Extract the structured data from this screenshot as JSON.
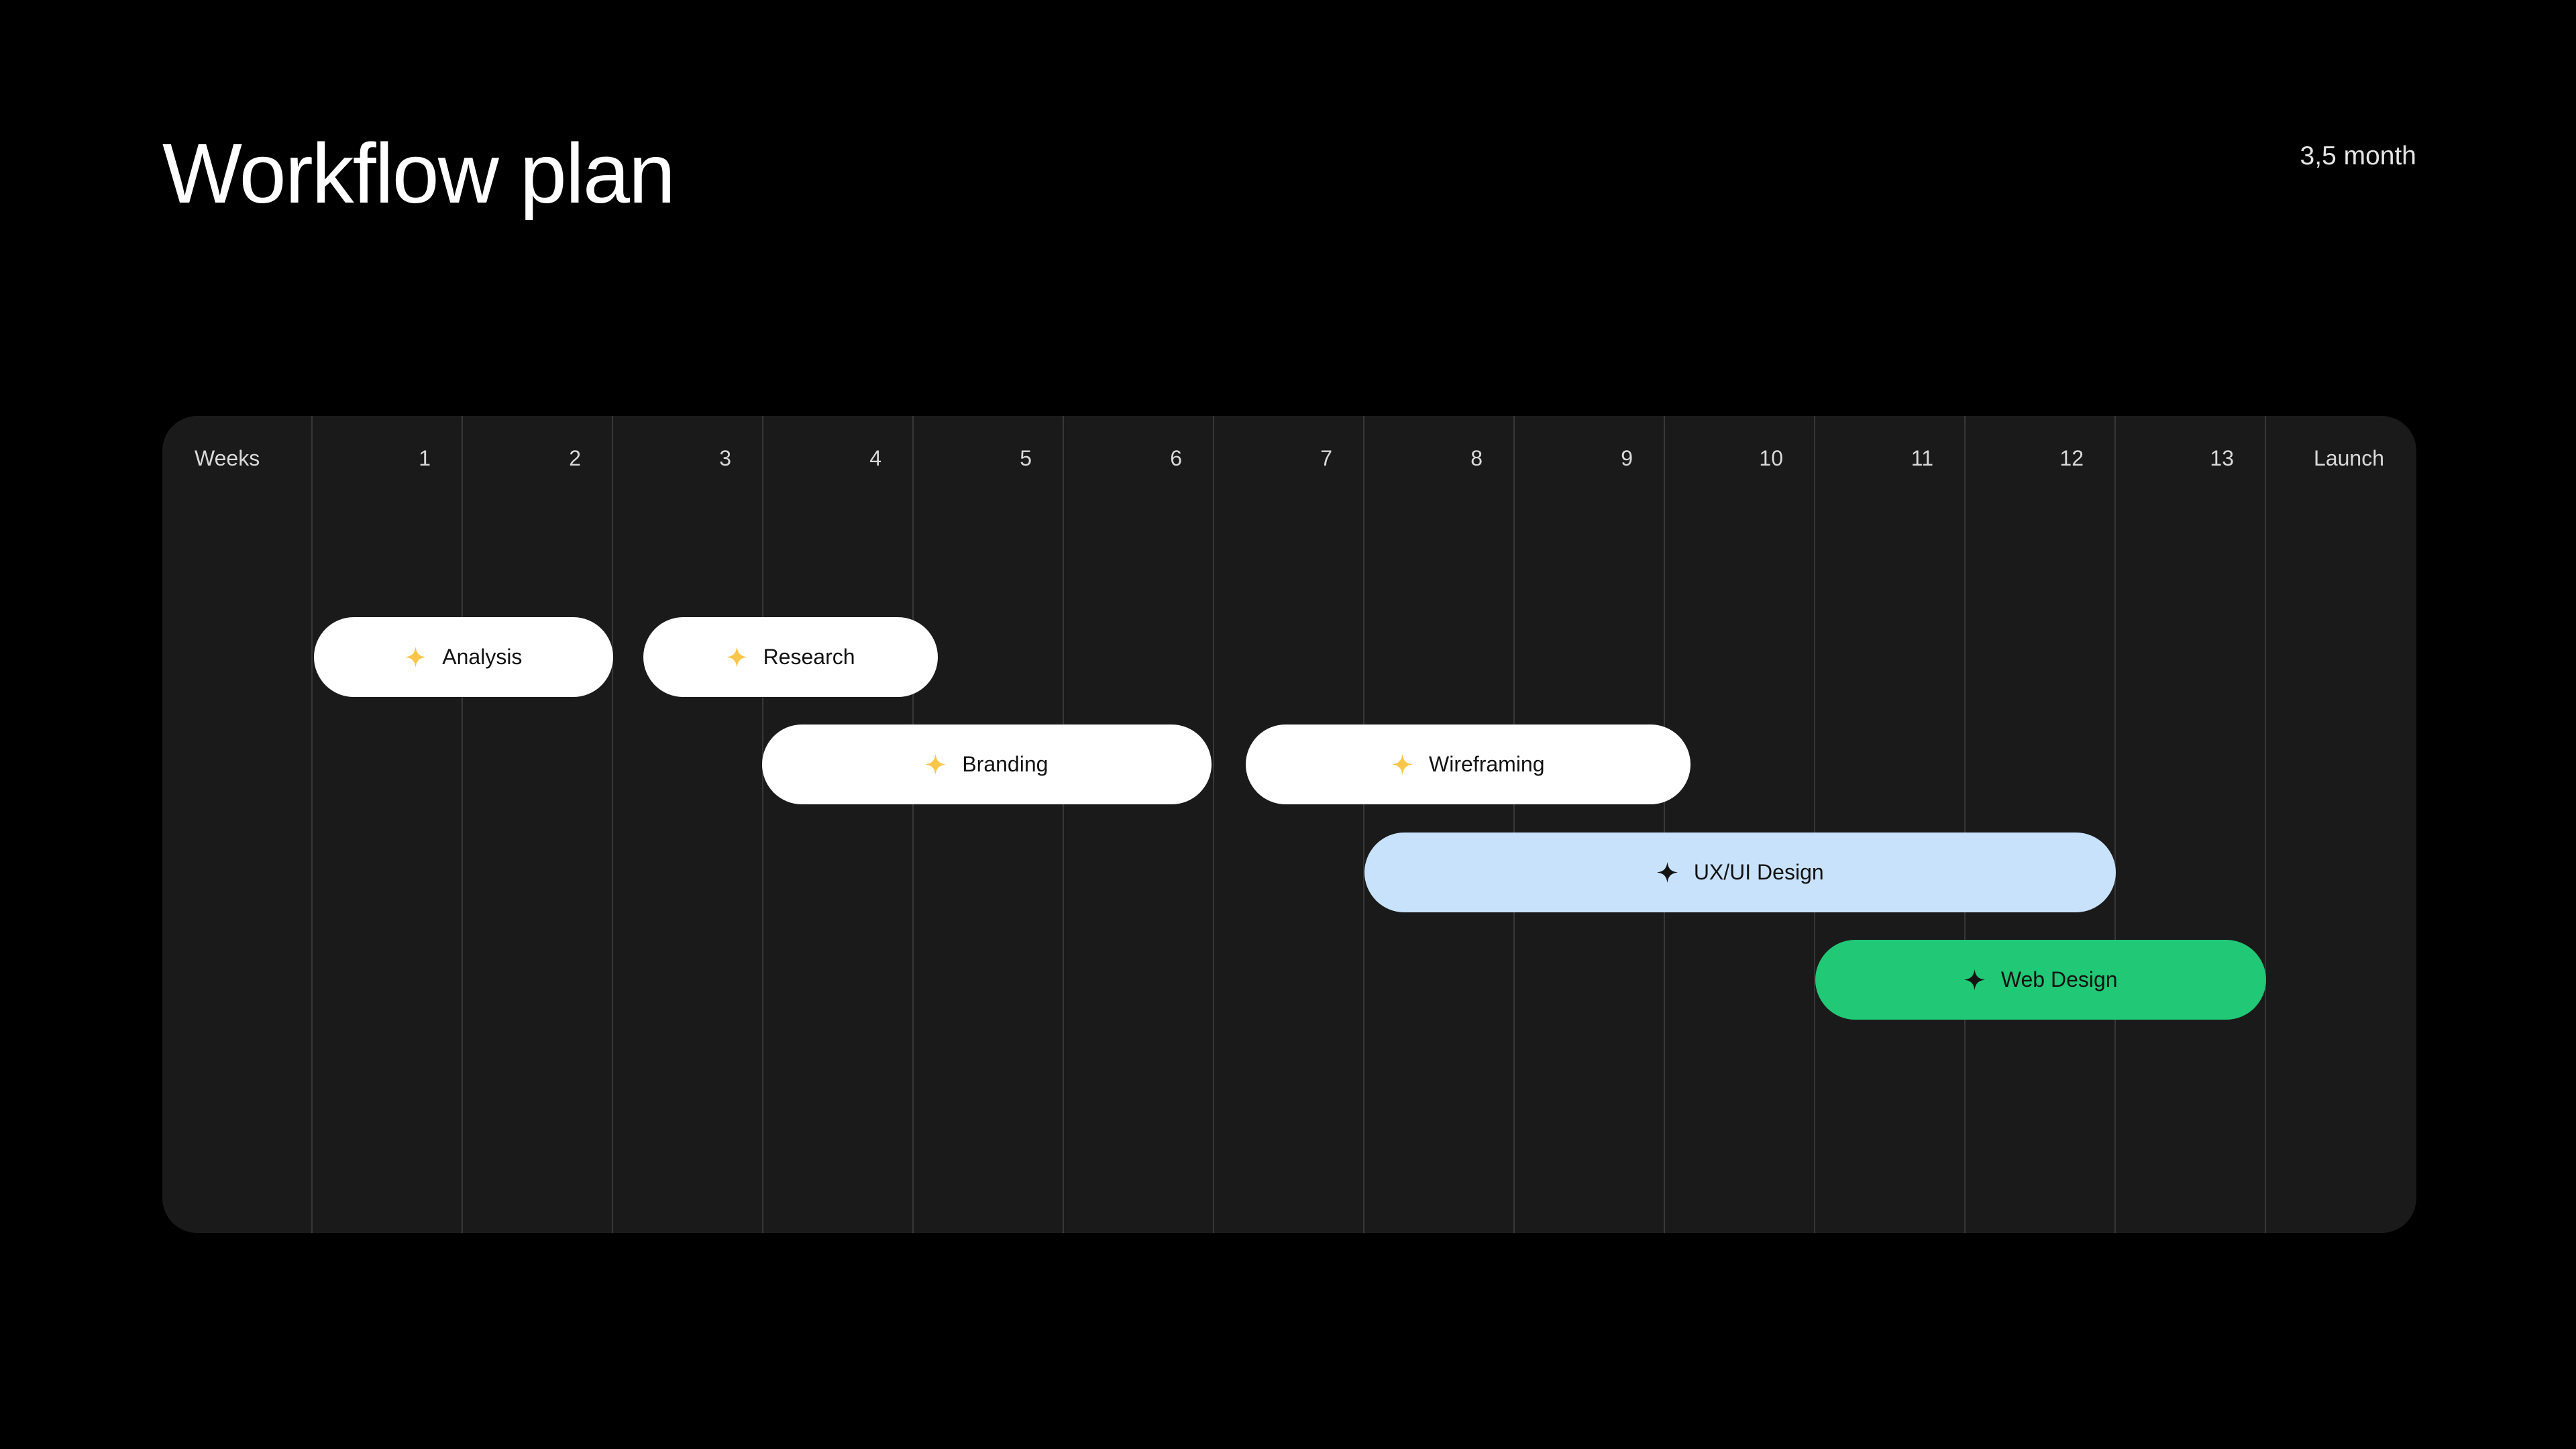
{
  "header": {
    "title": "Workflow plan",
    "duration": "3,5 month"
  },
  "timeline": {
    "weeks_label": "Weeks",
    "week_numbers": [
      "1",
      "2",
      "3",
      "4",
      "5",
      "6",
      "7",
      "8",
      "9",
      "10",
      "11",
      "12",
      "13"
    ],
    "launch_label": "Launch",
    "tasks": [
      {
        "id": "analysis",
        "label": "Analysis",
        "icon": "sparkle-icon",
        "variant": "white",
        "row": 0,
        "start": 0.02,
        "span": 1.99,
        "weeks": "1–2"
      },
      {
        "id": "research",
        "label": "Research",
        "icon": "sparkle-icon",
        "variant": "white",
        "row": 0,
        "start": 2.21,
        "span": 1.96,
        "weeks": "3–4"
      },
      {
        "id": "branding",
        "label": "Branding",
        "icon": "sparkle-icon",
        "variant": "white",
        "row": 1,
        "start": 3.0,
        "span": 2.99,
        "weeks": "4–6"
      },
      {
        "id": "wireframing",
        "label": "Wireframing",
        "icon": "sparkle-icon",
        "variant": "white",
        "row": 1,
        "start": 6.22,
        "span": 2.96,
        "weeks": "7–9"
      },
      {
        "id": "ux-ui-design",
        "label": "UX/UI Design",
        "icon": "sparkle-icon",
        "variant": "blue",
        "row": 2,
        "start": 7.01,
        "span": 5.0,
        "weeks": "8–12"
      },
      {
        "id": "web-design",
        "label": "Web Design",
        "icon": "sparkle-icon",
        "variant": "green",
        "row": 3,
        "start": 10.01,
        "span": 3.0,
        "weeks": "11–13"
      }
    ]
  },
  "colors": {
    "page_bg": "#000000",
    "panel_bg": "#1A1A1A",
    "gridline": "#373737",
    "header_text": "#D9D9D9",
    "title_text": "#FFFFFF",
    "duration_text": "#E5E5E5",
    "pill_white": "#FFFFFF",
    "pill_blue": "#C8E2FC",
    "pill_green": "#21C876",
    "pill_text": "#121212",
    "sparkle_yellow": "#F8C64A",
    "sparkle_dark": "#131313"
  },
  "chart_data": {
    "type": "bar",
    "subtype": "gantt-timeline",
    "title": "Workflow plan",
    "annotation": "3,5 month",
    "x_axis_label": "Weeks",
    "x_ticks": [
      "1",
      "2",
      "3",
      "4",
      "5",
      "6",
      "7",
      "8",
      "9",
      "10",
      "11",
      "12",
      "13",
      "Launch"
    ],
    "x_range": [
      1,
      13
    ],
    "grid": true,
    "legend_position": "none",
    "bars": [
      {
        "name": "Analysis",
        "start_week": 1,
        "end_week": 2,
        "color": "#FFFFFF"
      },
      {
        "name": "Research",
        "start_week": 3,
        "end_week": 4,
        "color": "#FFFFFF"
      },
      {
        "name": "Branding",
        "start_week": 4,
        "end_week": 6,
        "color": "#FFFFFF"
      },
      {
        "name": "Wireframing",
        "start_week": 7,
        "end_week": 9,
        "color": "#FFFFFF"
      },
      {
        "name": "UX/UI Design",
        "start_week": 8,
        "end_week": 12,
        "color": "#C8E2FC"
      },
      {
        "name": "Web Design",
        "start_week": 11,
        "end_week": 13,
        "color": "#21C876"
      }
    ]
  }
}
